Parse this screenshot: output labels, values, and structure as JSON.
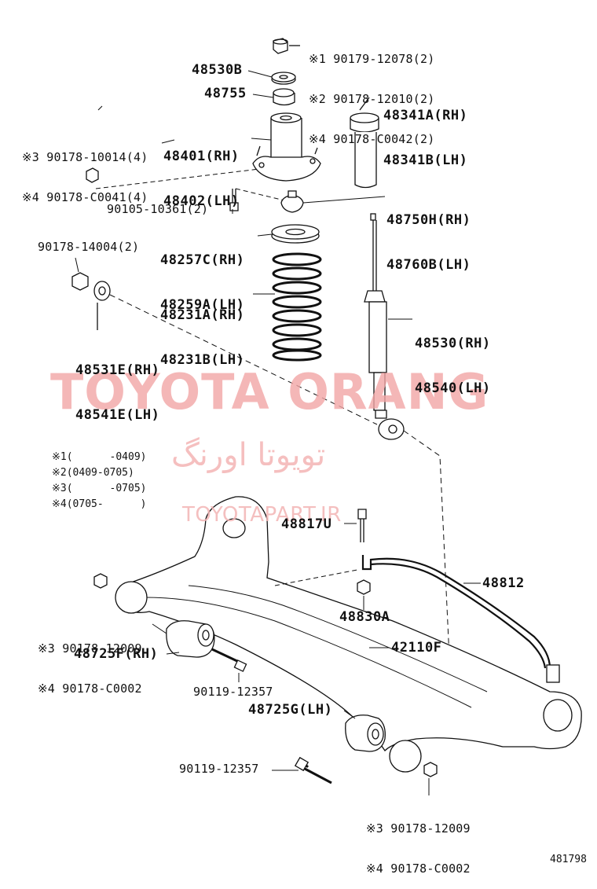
{
  "watermark": {
    "brand_en": "TOYOTA ORANG",
    "brand_fa": "تویوتا اورنگ",
    "url": "TOYOTAPART.IR"
  },
  "figure_number": "481798",
  "legend": [
    {
      "mark": "※1",
      "range": "(      -0409)"
    },
    {
      "mark": "※2",
      "range": "(0409-0705)"
    },
    {
      "mark": "※3",
      "range": "(      -0705)"
    },
    {
      "mark": "※4",
      "range": "(0705-      )"
    }
  ],
  "parts": {
    "top_nut": [
      "※1 90179-12078(2)",
      "※2 90178-12010(2)",
      "※4 90178-C0042(2)"
    ],
    "p48530b": "48530B",
    "p48755": "48755",
    "mount_nut": [
      "※3 90178-10014(4)",
      "※4 90178-C0041(4)"
    ],
    "support": [
      "48401(RH)",
      "48402(LH)"
    ],
    "bump_stop": [
      "48341A(RH)",
      "48341B(LH)"
    ],
    "bound_stopper": [
      "48750H(RH)",
      "48760B(LH)"
    ],
    "bolt_90105": "90105-10361(2)",
    "upper_insulator": [
      "48257C(RH)",
      "48259A(LH)"
    ],
    "nut_90178_14004": "90178-14004(2)",
    "coil_spring": [
      "48231A(RH)",
      "48231B(LH)"
    ],
    "absorber": [
      "48530(RH)",
      "48540(LH)"
    ],
    "lower_washer": [
      "48531E(RH)",
      "48541E(LH)"
    ],
    "link_bolt": "48817U",
    "stabilizer": "48812",
    "link_nut": "48830A",
    "beam_nut_rh": [
      "※3 90178-12009",
      "※4 90178-C0002"
    ],
    "axle_beam": "42110F",
    "bushing_rh": "48725F(RH)",
    "bolt_rh": "90119-12357",
    "bushing_lh": "48725G(LH)",
    "bolt_lh": "90119-12357",
    "beam_nut_lh": [
      "※3 90178-12009",
      "※4 90178-C0002"
    ]
  }
}
